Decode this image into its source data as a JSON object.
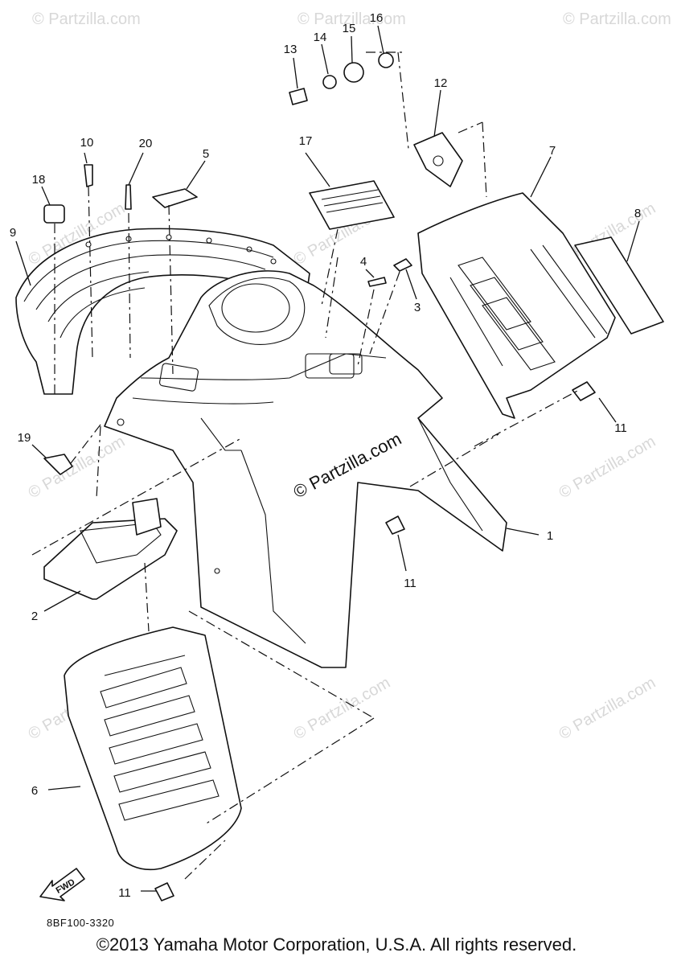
{
  "watermark": {
    "text": "© Partzilla.com",
    "center_text": "© Partzilla.com"
  },
  "diagram_code": "8BF100-3320",
  "copyright": "©2013  Yamaha Motor Corporation, U.S.A. All rights reserved.",
  "fwd_label": "FWD",
  "part_numbers": {
    "p1": "1",
    "p2": "2",
    "p3": "3",
    "p4": "4",
    "p5": "5",
    "p6": "6",
    "p7": "7",
    "p8": "8",
    "p9": "9",
    "p10": "10",
    "p11a": "11",
    "p11b": "11",
    "p11c": "11",
    "p12": "12",
    "p13": "13",
    "p14": "14",
    "p15": "15",
    "p16": "16",
    "p17": "17",
    "p18": "18",
    "p19": "19",
    "p20": "20"
  }
}
